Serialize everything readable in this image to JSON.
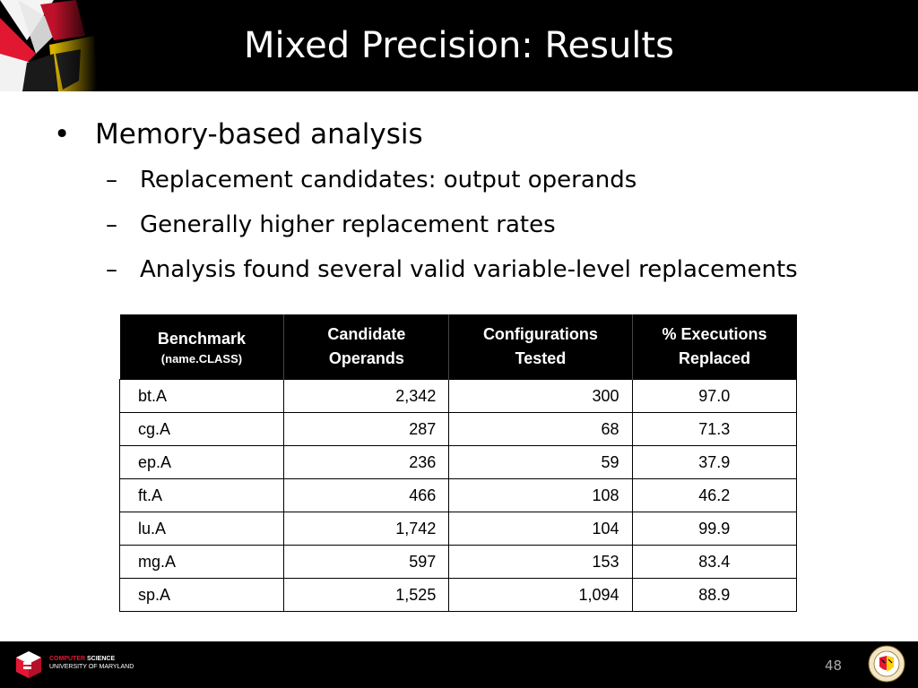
{
  "slide": {
    "title": "Mixed Precision: Results",
    "bullet": "Memory-based analysis",
    "subbullets": [
      "Replacement candidates: output operands",
      "Generally higher replacement rates",
      "Analysis found several valid variable-level replacements"
    ],
    "bullet_symbol": "•",
    "dash_symbol": "–"
  },
  "table": {
    "headers": [
      {
        "line1": "Benchmark",
        "line2": "(name.CLASS)"
      },
      {
        "line1": "Candidate",
        "line2": "Operands"
      },
      {
        "line1": "Configurations",
        "line2": "Tested"
      },
      {
        "line1": "% Executions",
        "line2": "Replaced"
      }
    ],
    "rows": [
      [
        "bt.A",
        "2,342",
        "300",
        "97.0"
      ],
      [
        "cg.A",
        "287",
        "68",
        "71.3"
      ],
      [
        "ep.A",
        "236",
        "59",
        "37.9"
      ],
      [
        "ft.A",
        "466",
        "108",
        "46.2"
      ],
      [
        "lu.A",
        "1,742",
        "104",
        "99.9"
      ],
      [
        "mg.A",
        "597",
        "153",
        "83.4"
      ],
      [
        "sp.A",
        "1,525",
        "1,094",
        "88.9"
      ]
    ]
  },
  "footer": {
    "logo_line1_red": "COMPUTER",
    "logo_line1_white": "SCIENCE",
    "logo_line2": "UNIVERSITY OF MARYLAND",
    "page_number": "48"
  },
  "colors": {
    "background": "#ffffff",
    "bar": "#000000",
    "umd_red": "#e21833",
    "umd_gold": "#ffd200"
  }
}
